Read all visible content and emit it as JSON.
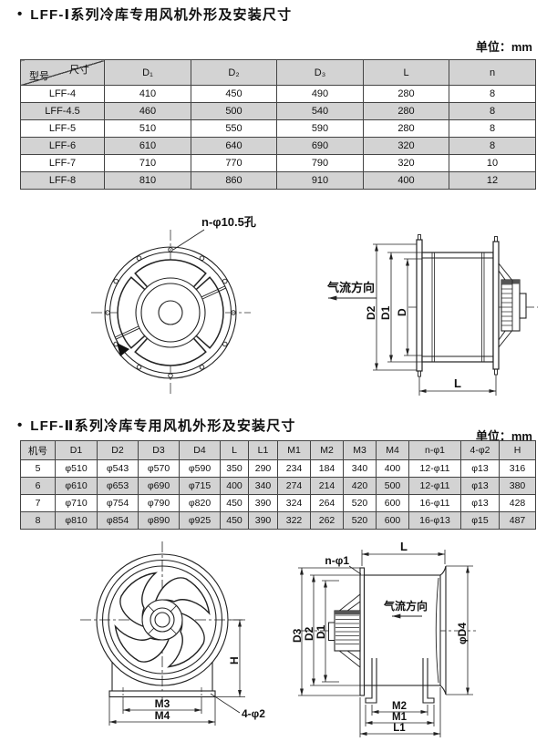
{
  "section1": {
    "bullet": "•",
    "title": "LFF-Ⅰ系列冷库专用风机外形及安装尺寸",
    "unit": "单位：mm",
    "table": {
      "corner_top": "尺寸",
      "corner_bottom": "型号",
      "columns": [
        "D₁",
        "D₂",
        "D₃",
        "L",
        "n"
      ],
      "rows": [
        [
          "LFF-4",
          "410",
          "450",
          "490",
          "280",
          "8"
        ],
        [
          "LFF-4.5",
          "460",
          "500",
          "540",
          "280",
          "8"
        ],
        [
          "LFF-5",
          "510",
          "550",
          "590",
          "280",
          "8"
        ],
        [
          "LFF-6",
          "610",
          "640",
          "690",
          "320",
          "8"
        ],
        [
          "LFF-7",
          "710",
          "770",
          "790",
          "320",
          "10"
        ],
        [
          "LFF-8",
          "810",
          "860",
          "910",
          "400",
          "12"
        ]
      ]
    },
    "front_view": {
      "hole_label": "n-φ10.5孔"
    },
    "side_view": {
      "airflow": "气流方向",
      "dim_d2": "D2",
      "dim_d1": "D1",
      "dim_d": "D",
      "dim_l": "L"
    }
  },
  "section2": {
    "bullet": "•",
    "title": "LFF-Ⅱ系列冷库专用风机外形及安装尺寸",
    "unit": "单位：mm",
    "table": {
      "columns": [
        "机号",
        "D1",
        "D2",
        "D3",
        "D4",
        "L",
        "L1",
        "M1",
        "M2",
        "M3",
        "M4",
        "n-φ1",
        "4-φ2",
        "H"
      ],
      "rows": [
        [
          "5",
          "φ510",
          "φ543",
          "φ570",
          "φ590",
          "350",
          "290",
          "234",
          "184",
          "340",
          "400",
          "12-φ11",
          "φ13",
          "316"
        ],
        [
          "6",
          "φ610",
          "φ653",
          "φ690",
          "φ715",
          "400",
          "340",
          "274",
          "214",
          "420",
          "500",
          "12-φ11",
          "φ13",
          "380"
        ],
        [
          "7",
          "φ710",
          "φ754",
          "φ790",
          "φ820",
          "450",
          "390",
          "324",
          "264",
          "520",
          "600",
          "16-φ11",
          "φ13",
          "428"
        ],
        [
          "8",
          "φ810",
          "φ854",
          "φ890",
          "φ925",
          "450",
          "390",
          "322",
          "262",
          "520",
          "600",
          "16-φ13",
          "φ15",
          "487"
        ]
      ]
    },
    "front_view": {
      "dim_h": "H",
      "dim_m3": "M3",
      "dim_m4": "M4",
      "hole_label": "4-φ2"
    },
    "side_view": {
      "dim_l": "L",
      "hole_label": "n-φ1",
      "dim_d3": "D3",
      "dim_d2": "D2",
      "dim_d1": "D1",
      "dim_d4": "φD4",
      "airflow": "气流方向",
      "dim_m2": "M2",
      "dim_m1": "M1",
      "dim_l1": "L1"
    }
  }
}
